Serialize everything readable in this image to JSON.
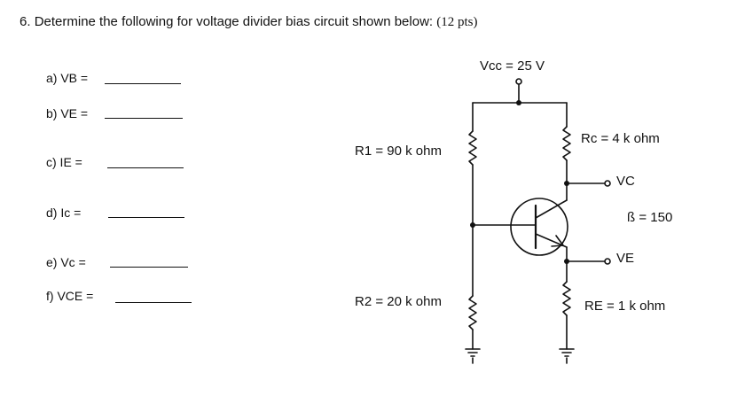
{
  "question": {
    "number_text": "6.",
    "prompt": "Determine the following for voltage divider bias circuit shown below:",
    "points": "(12 pts)"
  },
  "answers": [
    {
      "label": "a)  VB ="
    },
    {
      "label": "b)  VE ="
    },
    {
      "label": "c)  IE ="
    },
    {
      "label": "d)  Ic ="
    },
    {
      "label": "e)  Vc ="
    },
    {
      "label": "f)  VCE ="
    }
  ],
  "circuit": {
    "vcc": "Vcc = 25 V",
    "r1": "R1 =  90 k ohm",
    "r2": "R2 =  20 k ohm",
    "rc": "Rc =    4 k ohm",
    "re": "RE = 1 k ohm",
    "vc_node": "VC",
    "ve_node": "VE",
    "beta": "ß = 150"
  }
}
